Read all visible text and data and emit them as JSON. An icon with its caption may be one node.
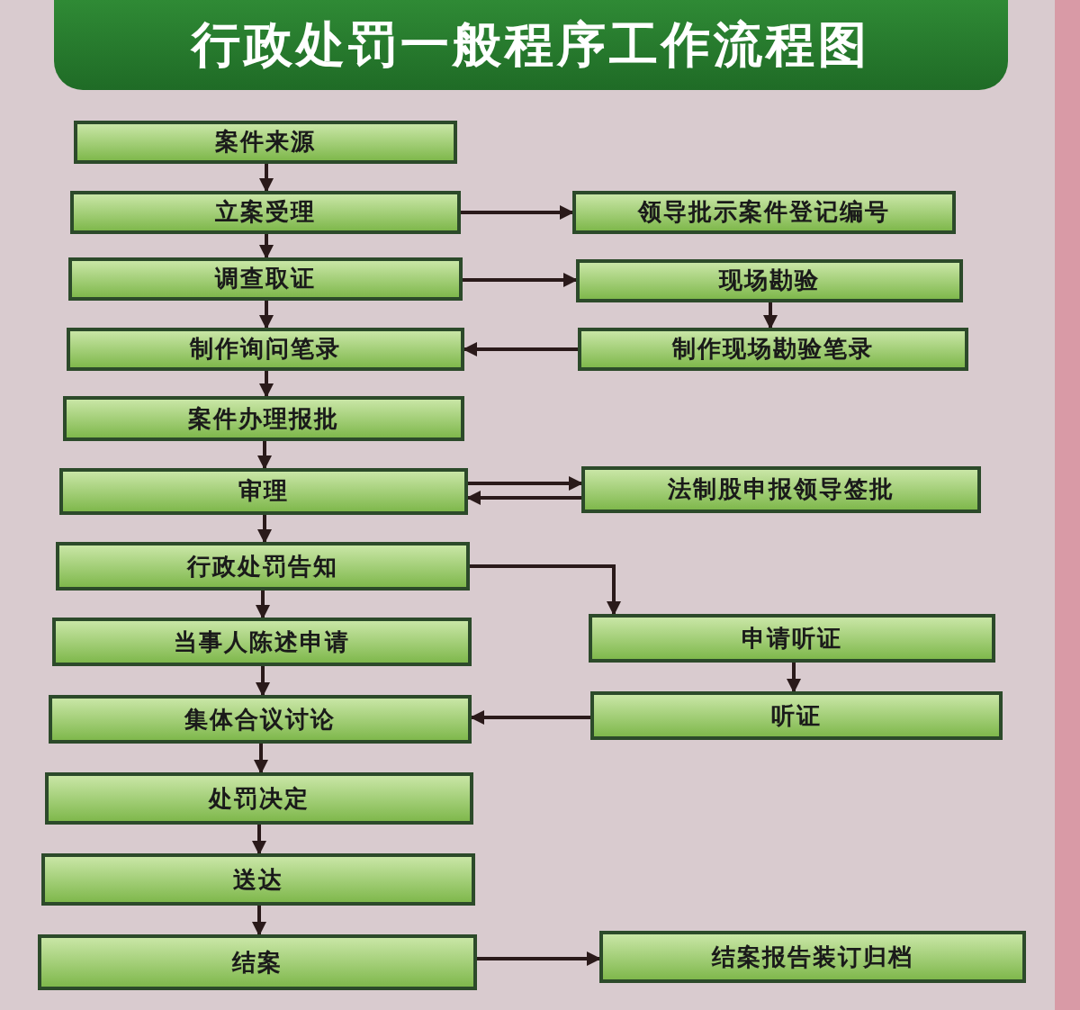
{
  "diagram": {
    "title": "行政处罚一般程序工作流程图",
    "nodes": [
      {
        "text": [
          "案件来源"
        ]
      },
      {
        "text": [
          "立案受理"
        ]
      },
      {
        "text": [
          "调查取证"
        ]
      },
      {
        "text": [
          "制作询问笔录"
        ]
      },
      {
        "text": [
          "案件办理报批"
        ]
      },
      {
        "text": [
          "审理"
        ]
      },
      {
        "text": [
          "行政处罚告知"
        ]
      },
      {
        "text": [
          "当事人陈述申请"
        ]
      },
      {
        "text": [
          "集体合议讨论"
        ]
      },
      {
        "text": [
          "处罚决定"
        ]
      },
      {
        "text": [
          "送达"
        ]
      },
      {
        "text": [
          "结案"
        ]
      },
      {
        "text": [
          "领导批示案件登记编号"
        ]
      },
      {
        "text": [
          "现场勘验"
        ]
      },
      {
        "text": [
          "制作现场勘验笔录"
        ]
      },
      {
        "text": [
          "法制股申报领导签批"
        ]
      },
      {
        "text": [
          "申请听证"
        ]
      },
      {
        "text": [
          "听证"
        ]
      },
      {
        "text": [
          "结案报告装订归档"
        ]
      }
    ],
    "edges": [
      {
        "from": 0,
        "to": 1,
        "arrow": "to"
      },
      {
        "from": 1,
        "to": 2,
        "arrow": "to"
      },
      {
        "from": 2,
        "to": 3,
        "arrow": "to"
      },
      {
        "from": 3,
        "to": 4,
        "arrow": "to"
      },
      {
        "from": 4,
        "to": 5,
        "arrow": "to"
      },
      {
        "from": 5,
        "to": 6,
        "arrow": "to"
      },
      {
        "from": 6,
        "to": 7,
        "arrow": "to"
      },
      {
        "from": 7,
        "to": 8,
        "arrow": "to"
      },
      {
        "from": 8,
        "to": 9,
        "arrow": "to"
      },
      {
        "from": 9,
        "to": 10,
        "arrow": "to"
      },
      {
        "from": 10,
        "to": 11,
        "arrow": "to"
      },
      {
        "from": 1,
        "to": 12,
        "arrow": "to"
      },
      {
        "from": 2,
        "to": 13,
        "arrow": "to"
      },
      {
        "from": 13,
        "to": 14,
        "arrow": "to"
      },
      {
        "from": 14,
        "to": 3,
        "arrow": "to"
      },
      {
        "from": 5,
        "to": 15,
        "arrow": "to"
      },
      {
        "from": 15,
        "to": 5,
        "arrow": "to"
      },
      {
        "from": 6,
        "to": 16,
        "arrow": "to"
      },
      {
        "from": 16,
        "to": 17,
        "arrow": "to"
      },
      {
        "from": 17,
        "to": 8,
        "arrow": "to"
      },
      {
        "from": 11,
        "to": 18,
        "arrow": "to"
      }
    ]
  }
}
